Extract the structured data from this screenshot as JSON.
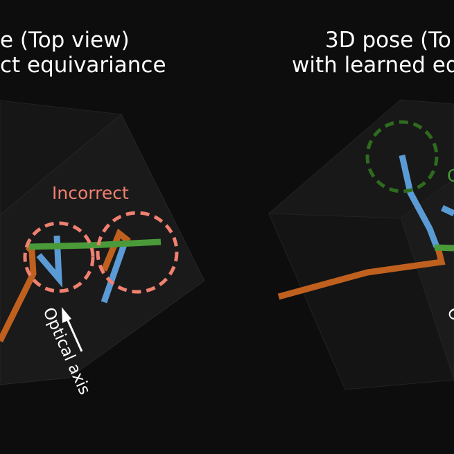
{
  "left_panel": {
    "title_line1": "e (Top view)",
    "title_line2": "ct equivariance",
    "annotation": "Incorrect",
    "axis_label": "Optical axis"
  },
  "right_panel": {
    "title_line1": "3D pose (To",
    "title_line2": "with learned eq",
    "annotation": "C",
    "axis_label": "O"
  },
  "colors": {
    "background": "#0d0d0d",
    "incorrect": "#f08070",
    "correct": "#2e6b1f",
    "blue_limb": "#5b9bd5",
    "green_limb": "#4a9a3a",
    "orange_limb": "#c0601f"
  }
}
